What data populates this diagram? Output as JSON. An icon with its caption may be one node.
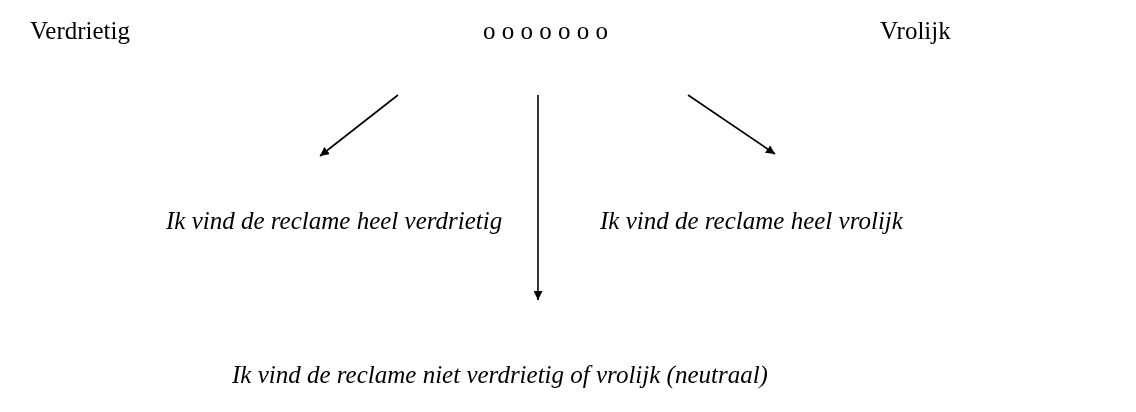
{
  "diagram": {
    "nodes": [
      {
        "text": [
          "Ik vind de reclame heel verdrietig"
        ]
      },
      {
        "text": [
          "Ik vind de reclame heel vrolijk"
        ]
      },
      {
        "text": [
          "Ik vind de reclame niet verdrietig of vrolijk (neutraal)"
        ]
      }
    ],
    "edges": [
      {
        "from": null,
        "to": 0,
        "arrow": "to"
      },
      {
        "from": null,
        "to": 2,
        "arrow": "to"
      },
      {
        "from": null,
        "to": 1,
        "arrow": "to"
      }
    ],
    "labels": [
      "Verdrietig",
      "o o o o o o o",
      "Vrolijk"
    ]
  }
}
